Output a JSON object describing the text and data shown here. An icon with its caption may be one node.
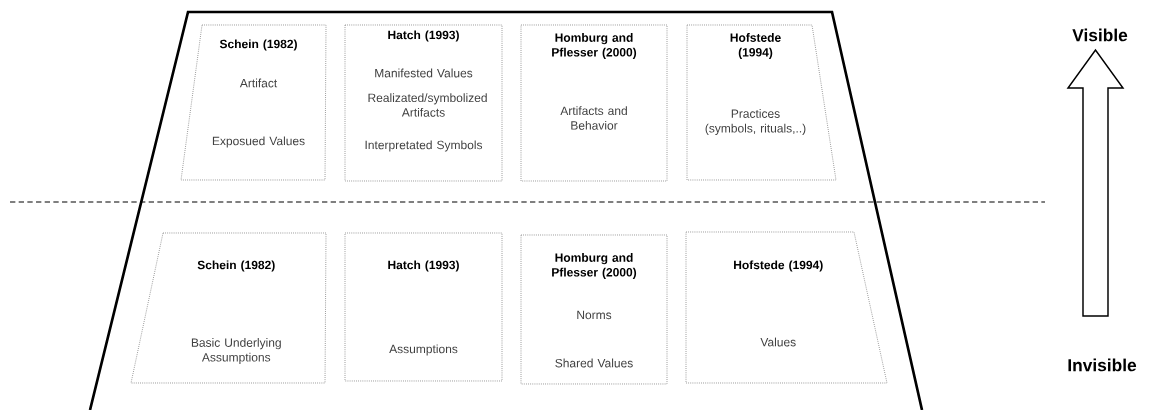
{
  "diagram": {
    "nodes": [
      {
        "text": [],
        "shape": "trapezoid"
      },
      {
        "text": [
          "Schein (1982)",
          "Artifact",
          "Exposued Values"
        ],
        "in": 0
      },
      {
        "text": [
          "Hatch (1993)",
          "Manifested Values",
          "Realizated/symbolized Artifacts",
          "Interpretated Symbols"
        ],
        "in": 0
      },
      {
        "text": [
          "Homburg and Pflesser (2000)",
          "Artifacts and Behavior"
        ],
        "in": 0
      },
      {
        "text": [
          "Hofstede (1994)",
          "Practices (symbols, rituals,..)"
        ],
        "in": 0
      },
      {
        "text": [
          "Schein (1982)",
          "Basic Underlying Assumptions"
        ],
        "in": 0
      },
      {
        "text": [
          "Hatch (1993)",
          "Assumptions"
        ],
        "in": 0
      },
      {
        "text": [
          "Homburg and Pflesser (2000)",
          "Norms",
          "Shared Values"
        ],
        "in": 0
      },
      {
        "text": [
          "Hofstede (1994)",
          "Values"
        ],
        "in": 0
      }
    ],
    "labels": [
      "Visible",
      "Invisible"
    ]
  }
}
